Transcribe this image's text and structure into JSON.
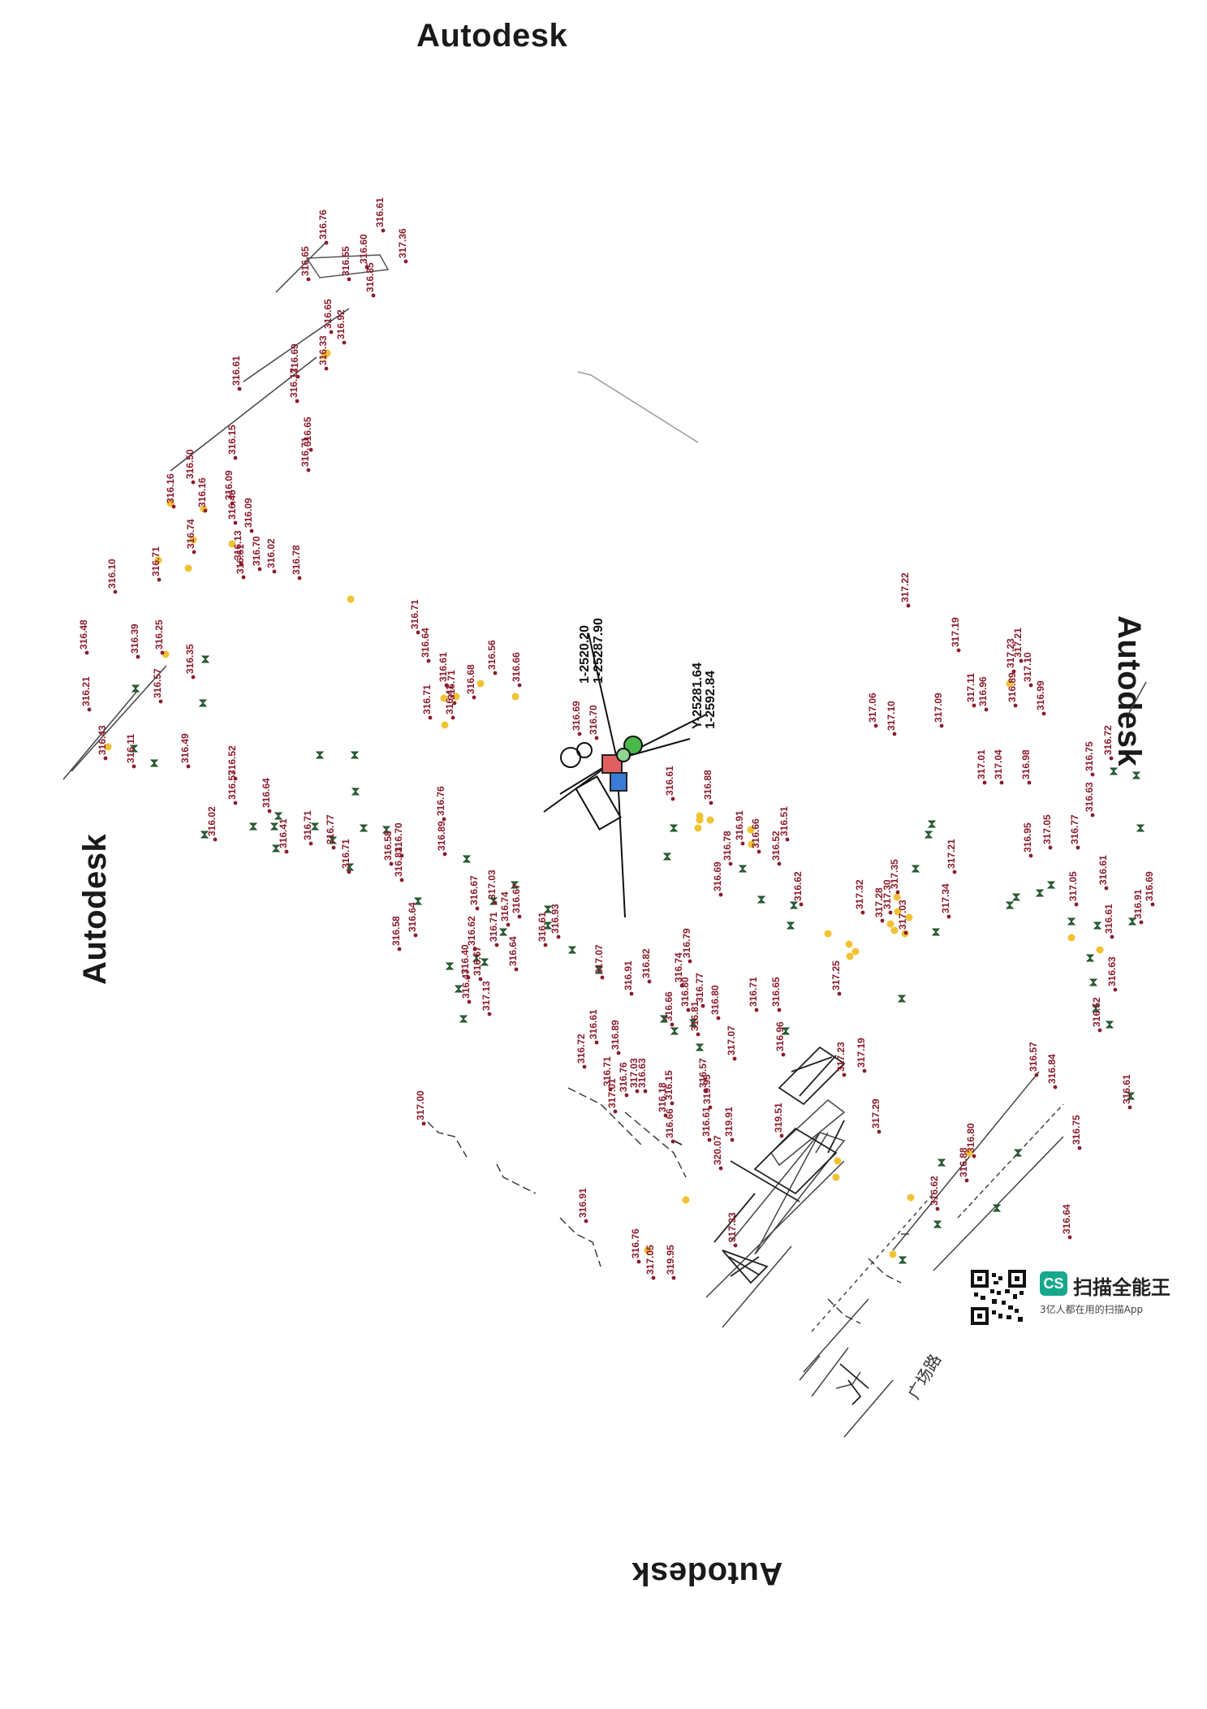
{
  "watermarks": {
    "top": "Autodesk",
    "left": "Autodesk",
    "right": "Autodesk",
    "bottom": "Autodesk"
  },
  "road_name": "广场路",
  "central_annotations": [
    "1-2520.20",
    "1-25287.90",
    "Y-25281.64",
    "1-2592.84"
  ],
  "elevations": [
    "316.76",
    "316.61",
    "317.36",
    "316.65",
    "316.55",
    "316.60",
    "316.85",
    "316.65",
    "316.92",
    "316.69",
    "316.17",
    "316.33",
    "316.61",
    "316.65",
    "316.71",
    "316.50",
    "316.16",
    "316.16",
    "316.15",
    "316.09",
    "316.46",
    "316.09",
    "316.74",
    "316.13",
    "316.61",
    "316.70",
    "316.02",
    "316.78",
    "316.71",
    "316.10",
    "316.48",
    "316.39",
    "316.25",
    "316.35",
    "316.57",
    "316.21",
    "316.43",
    "316.11",
    "316.49",
    "316.52",
    "316.57",
    "316.64",
    "316.02",
    "316.41",
    "316.71",
    "316.77",
    "316.71",
    "316.58",
    "316.71",
    "316.64",
    "316.61",
    "316.71",
    "316.68",
    "316.71",
    "316.41",
    "316.56",
    "316.66",
    "316.76",
    "316.70",
    "316.81",
    "316.89",
    "316.74",
    "316.67",
    "316.69",
    "316.70",
    "316.61",
    "316.88",
    "316.78",
    "316.91",
    "316.66",
    "316.51",
    "316.52",
    "316.62",
    "316.69",
    "316.67",
    "316.71",
    "317.03",
    "317.13",
    "316.64",
    "316.58",
    "316.40",
    "316.47",
    "316.67",
    "316.62",
    "316.64",
    "316.61",
    "316.93",
    "317.07",
    "316.91",
    "316.82",
    "316.74",
    "316.80",
    "316.77",
    "316.81",
    "316.80",
    "316.71",
    "316.96",
    "316.65",
    "316.79",
    "316.66",
    "316.72",
    "316.61",
    "316.71",
    "316.76",
    "316.63",
    "316.15",
    "316.57",
    "316.18",
    "316.66",
    "316.61",
    "320.07",
    "319.91",
    "319.51",
    "319.95",
    "316.89",
    "317.07",
    "317.01",
    "317.03",
    "316.91",
    "317.05",
    "319.95",
    "316.76",
    "317.00",
    "317.33",
    "317.23",
    "317.19",
    "317.29",
    "317.28",
    "317.35",
    "317.32",
    "317.30",
    "317.03",
    "317.34",
    "317.21",
    "317.25",
    "317.22",
    "317.06",
    "317.10",
    "317.09",
    "317.19",
    "317.11",
    "316.96",
    "317.23",
    "317.21",
    "316.89",
    "316.99",
    "317.10",
    "317.01",
    "317.04",
    "316.98",
    "316.95",
    "317.05",
    "316.77",
    "316.63",
    "317.05",
    "316.61",
    "316.75",
    "316.72",
    "316.91",
    "316.69",
    "316.61",
    "316.63",
    "316.52",
    "316.57",
    "316.84",
    "316.61",
    "316.75",
    "316.80",
    "316.88",
    "316.62",
    "316.64"
  ],
  "app": {
    "brand": "扫描全能王",
    "badge": "CS",
    "slogan": "3亿人都在用的扫描App",
    "brand_color": "#17a88c"
  }
}
